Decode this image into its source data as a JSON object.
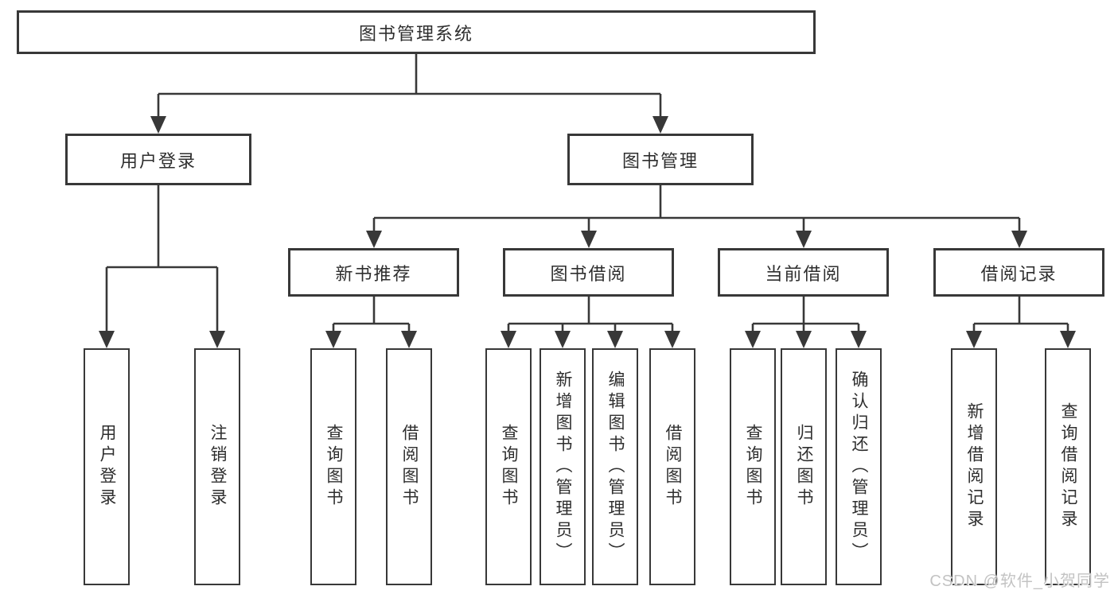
{
  "diagram": {
    "root": "图书管理系统",
    "level2": [
      "用户登录",
      "图书管理"
    ],
    "level3": [
      "新书推荐",
      "图书借阅",
      "当前借阅",
      "借阅记录"
    ],
    "leafGroups": [
      [
        "用户登录",
        "注销登录"
      ],
      [
        "查询图书",
        "借阅图书"
      ],
      [
        "查询图书",
        "新增图书（管理员）",
        "编辑图书（管理员）",
        "借阅图书"
      ],
      [
        "查询图书",
        "归还图书",
        "确认归还（管理员）"
      ],
      [
        "新增借阅记录",
        "查询借阅记录"
      ]
    ]
  },
  "watermark": "CSDN @软件_小贺同学",
  "colors": {
    "line": "#383838",
    "box_border": "#383838",
    "text": "#2e2e2e",
    "watermark": "#c3c3c3",
    "background": "#ffffff"
  }
}
